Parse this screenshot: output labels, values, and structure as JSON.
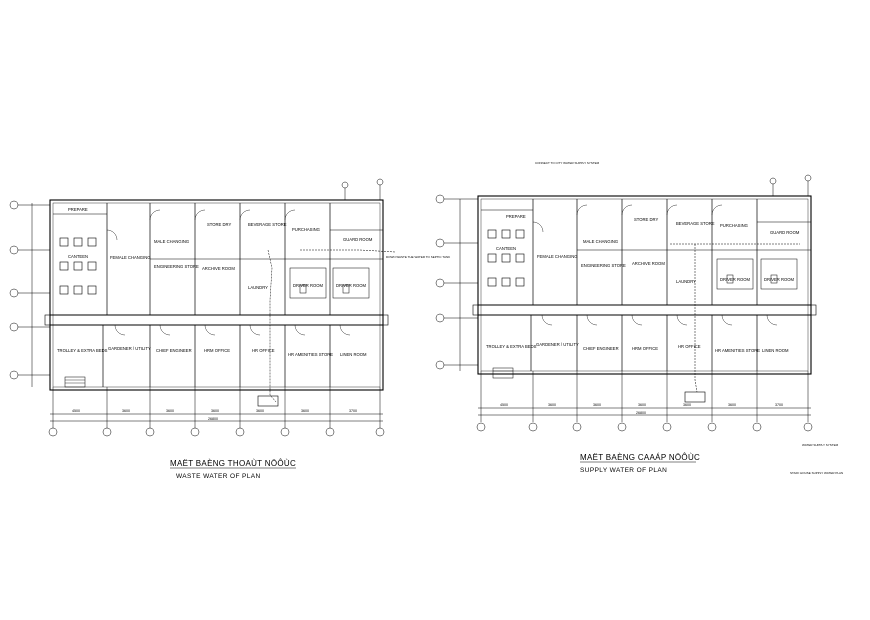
{
  "left_plan": {
    "title_vn": "MAËT BAÈNG THOAÙT NÖÔÙC",
    "title_en": "WASTE WATER OF PLAN",
    "rooms": {
      "prepare": "PREPARE",
      "canteen": "CANTEEN",
      "female_changing": "FEMALE CHANGING",
      "male_changing": "MALE CHANGING",
      "engineering_store": "ENGINEERING STORE",
      "store_dry": "STORE DRY",
      "archive_room": "ARCHIVE ROOM",
      "beverage_store": "BEVERAGE STORE",
      "laundry": "LAUNDRY",
      "purchasing": "PURCHASING",
      "guard_room": "GUARD ROOM",
      "driver_room_1": "DRIVER ROOM",
      "driver_room_2": "DRIVER ROOM",
      "trolley": "TROLLEY & EXTRA BEDS",
      "gardener": "GARDENER / UTILITY",
      "chief_engineer": "CHIEF ENGINEER",
      "hrm_office": "HRM OFFICE",
      "hr_office": "HR OFFICE",
      "hr_amenities": "HR AMENITIES STORE",
      "linen_room": "LINEN ROOM"
    },
    "dims": [
      "4500",
      "3600",
      "3600",
      "3600",
      "3600",
      "3600",
      "3700"
    ],
    "total_dim": "26800",
    "annotation": "DOWN WASTE THE WATER TO SEPTIC TANK"
  },
  "right_plan": {
    "title_vn": "MAËT BAÈNG CAAÁP NÖÔÙC",
    "title_en": "SUPPLY  WATER OF PLAN",
    "rooms": {
      "prepare": "PREPARE",
      "canteen": "CANTEEN",
      "female_changing": "FEMALE CHANGING",
      "male_changing": "MALE CHANGING",
      "engineering_store": "ENGINEERING STORE",
      "store_dry": "STORE DRY",
      "archive_room": "ARCHIVE ROOM",
      "beverage_store": "BEVERAGE STORE",
      "laundry": "LAUNDRY",
      "purchasing": "PURCHASING",
      "guard_room": "GUARD ROOM",
      "driver_room_1": "DRIVER ROOM",
      "driver_room_2": "DRIVER ROOM",
      "trolley": "TROLLEY & EXTRA BEDS",
      "gardener": "GARDENER / UTILITY",
      "chief_engineer": "CHIEF ENGINEER",
      "hrm_office": "HRM OFFICE",
      "hr_office": "HR OFFICE",
      "hr_amenities": "HR AMENITIES STORE",
      "linen_room": "LINEN ROOM"
    },
    "dims": [
      "4500",
      "3600",
      "3600",
      "3600",
      "3600",
      "3600",
      "3700"
    ],
    "total_dim": "26800",
    "top_note": "CONNECT TO CITY WATER SUPPLY SYSTEM",
    "legend_note": "WATER SUPPLY SYSTEM",
    "corner_note": "STAFF HOUSE SUPPLY WATER PLAN"
  },
  "colors": {
    "line": "#000000",
    "background": "#ffffff"
  }
}
